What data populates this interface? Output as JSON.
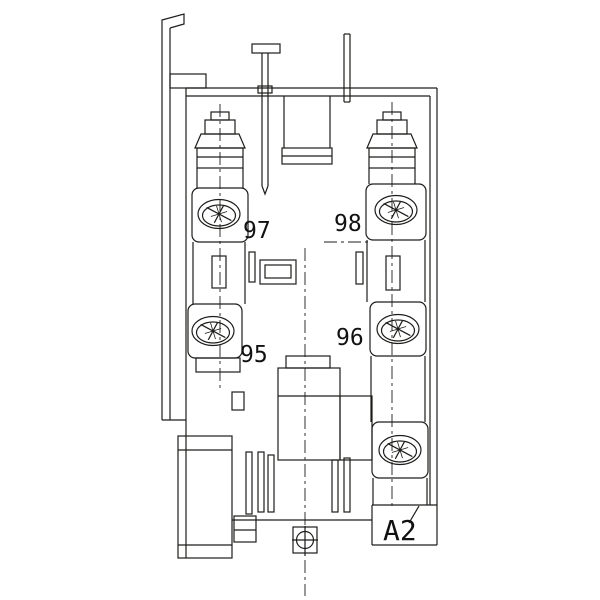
{
  "drawing": {
    "labels": {
      "t97": "97",
      "t98": "98",
      "t95": "95",
      "t96": "96",
      "a2": "A2"
    },
    "colors": {
      "line": "#1d1d1b",
      "background": "#ffffff",
      "text": "#111111"
    }
  }
}
